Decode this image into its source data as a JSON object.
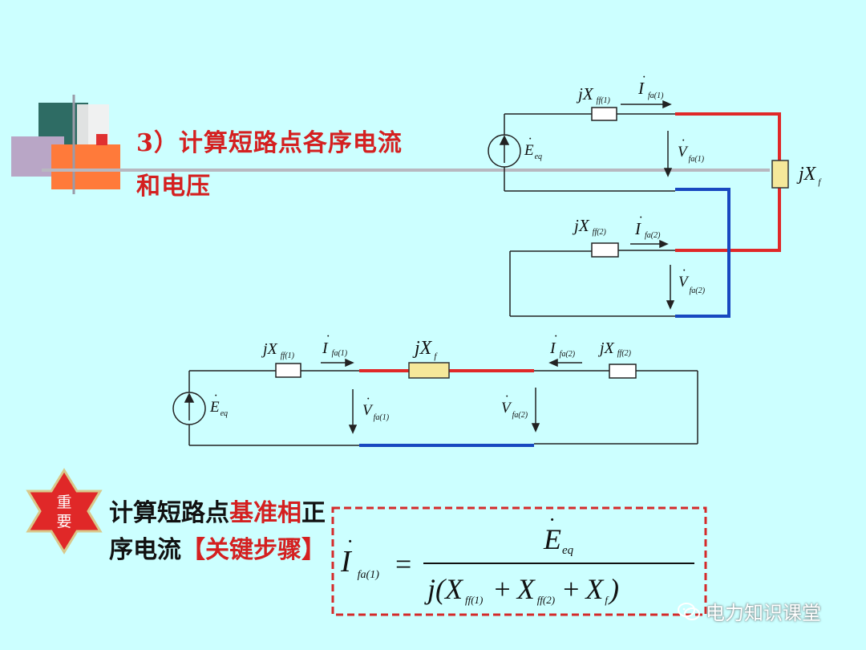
{
  "heading": {
    "line1": "3）计算短路点各序电流",
    "line2": "和电压"
  },
  "badge": {
    "line1": "重",
    "line2": "要"
  },
  "note": {
    "part1": "计算短路点",
    "part2": "基准",
    "part3": "相",
    "part4": "正序电流",
    "part5": "【关键步骤】"
  },
  "circuit_top": {
    "source": {
      "main": "E",
      "sub": "eq"
    },
    "x1": {
      "main": "jX",
      "sub": "ff(1)"
    },
    "i1": {
      "main": "I",
      "sub": "fa(1)"
    },
    "v1": {
      "main": "V",
      "sub": "fa(1)"
    },
    "xf": {
      "main": "jX",
      "sub": "f"
    },
    "x2": {
      "main": "jX",
      "sub": "ff(2)"
    },
    "i2": {
      "main": "I",
      "sub": "fa(2)"
    },
    "v2": {
      "main": "V",
      "sub": "fa(2)"
    }
  },
  "circuit_bottom": {
    "x1": {
      "main": "jX",
      "sub": "ff(1)"
    },
    "i1": {
      "main": "I",
      "sub": "fa(1)"
    },
    "xf": {
      "main": "jX",
      "sub": "f"
    },
    "i2": {
      "main": "I",
      "sub": "fa(2)"
    },
    "x2": {
      "main": "jX",
      "sub": "ff(2)"
    },
    "source": {
      "main": "E",
      "sub": "eq"
    },
    "v1": {
      "main": "V",
      "sub": "fa(1)"
    },
    "v2": {
      "main": "V",
      "sub": "fa(2)"
    }
  },
  "formula": {
    "lhs_main": "I",
    "lhs_sub": "fa(1)",
    "equals": "=",
    "num_main": "E",
    "num_sub": "eq",
    "den_j": "j(X",
    "den_ff1": "ff(1)",
    "plus1": "+",
    "den_x2": "X",
    "den_ff2": "ff(2)",
    "plus2": "+",
    "den_x3": "X",
    "den_f": "f",
    "den_close": ")"
  },
  "watermark": {
    "text": "电力知识课堂"
  },
  "colors": {
    "background": "#ccffff",
    "red": "#e02828",
    "blue": "#1848c0",
    "impedance_f": "#f5e89a",
    "star": "#e02828",
    "star_border": "#d9c88a"
  }
}
